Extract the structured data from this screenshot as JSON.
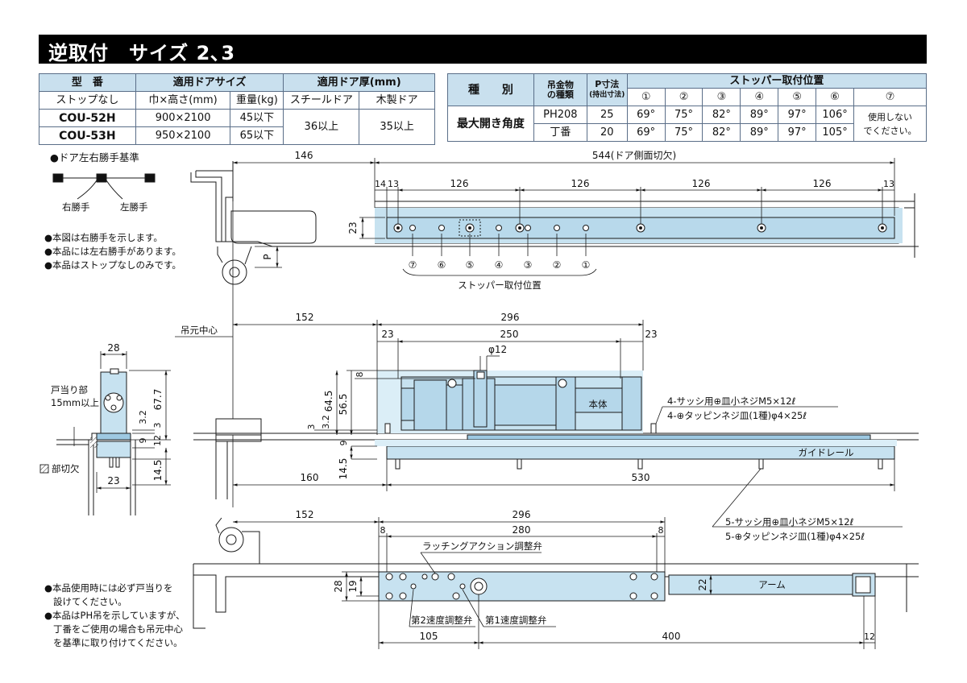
{
  "title": "逆取付　サイズ 2､3",
  "table1": {
    "h_model": "型　番",
    "h_door_size": "適用ドアサイズ",
    "h_door_thickness": "適用ドア厚(mm)",
    "sub_stop": "ストップなし",
    "sub_wh": "巾×高さ(mm)",
    "sub_weight": "重量(kg)",
    "sub_steel": "スチールドア",
    "sub_wood": "木製ドア",
    "rows": [
      {
        "model": "COU-52H",
        "size": "900×2100",
        "weight": "45以下"
      },
      {
        "model": "COU-53H",
        "size": "950×2100",
        "weight": "65以下"
      }
    ],
    "steel": "36以上",
    "wood": "35以上"
  },
  "table2": {
    "h_kind": "種　　別",
    "h_hinge1": "吊金物",
    "h_hinge2": "の種類",
    "h_p1": "P寸法",
    "h_p2": "(持出寸法)",
    "h_stopper": "ストッパー取付位置",
    "positions": [
      "①",
      "②",
      "③",
      "④",
      "⑤",
      "⑥",
      "⑦"
    ],
    "max_angle": "最大開き角度",
    "rows": [
      {
        "hinge": "PH208",
        "p": "25",
        "angles": [
          "69°",
          "75°",
          "82°",
          "89°",
          "97°",
          "106°"
        ]
      },
      {
        "hinge": "丁番",
        "p": "20",
        "angles": [
          "69°",
          "75°",
          "82°",
          "89°",
          "97°",
          "105°"
        ]
      }
    ],
    "pos7_1": "使用しない",
    "pos7_2": "でください。"
  },
  "notes": {
    "hand_title": "●ドア左右勝手基準",
    "right_hand": "右勝手",
    "left_hand": "左勝手",
    "n1": "●本図は右勝手を示します。",
    "n2": "●本品には左右勝手があります。",
    "n3": "●本品はストップなしのみです。",
    "b1": "●本品使用時には必ず戸当りを",
    "b1b": "設けてください。",
    "b2": "●本品はPH吊を示していますが、",
    "b2b": "丁番をご使用の場合も吊元中心",
    "b2c": "を基準に取り付けてください。"
  },
  "top_view": {
    "d146": "146",
    "d544": "544(ドア側面切欠)",
    "d14": "14",
    "d13a": "13",
    "d126": [
      "126",
      "126",
      "126",
      "126"
    ],
    "d13b": "13",
    "d23": "23",
    "p": "P",
    "stopper_nums": [
      "⑦",
      "⑥",
      "⑤",
      "④",
      "③",
      "②",
      "①"
    ],
    "stopper_label": "ストッパー取付位置"
  },
  "side_view": {
    "pivot_center": "吊元中心",
    "d152": "152",
    "d296": "296",
    "d23a": "23",
    "d250": "250",
    "d23b": "23",
    "phi12": "φ12",
    "d8": "8",
    "d64_5": "64.5",
    "d56_5": "56.5",
    "d3": "3",
    "d3_2": "3.2",
    "d9": "9",
    "d14_5": "14.5",
    "d160": "160",
    "d530": "530",
    "body": "本体",
    "guide_rail": "ガイドレール",
    "screw1": "4-サッシ用⊕皿小ネジM5×12ℓ",
    "screw2": "4-⊕タッピンネジ皿(1種)φ4×25ℓ",
    "screw3": "5-サッシ用⊕皿小ネジM5×12ℓ",
    "screw4": "5-⊕タッピンネジ皿(1種)φ4×25ℓ"
  },
  "section_view": {
    "d28": "28",
    "stop_part1": "戸当り部",
    "stop_part2": "15mm以上",
    "d3_2": "3.2",
    "d3": "3",
    "d67_7": "67.7",
    "d9": "9",
    "d12": "12",
    "d14_5": "14.5",
    "d23": "23",
    "cutout": "部切欠"
  },
  "bottom_view": {
    "d152": "152",
    "d296": "296",
    "d8a": "8",
    "d280": "280",
    "d8b": "8",
    "latch": "ラッチングアクション調整弁",
    "d28": "28",
    "d19": "19",
    "d22": "22",
    "arm": "アーム",
    "speed2": "第2速度調整弁",
    "speed1": "第1速度調整弁",
    "d105": "105",
    "d400": "400",
    "d12": "12"
  },
  "colors": {
    "part_fill": "#c7e2f0",
    "line": "#1a1a1a",
    "table_head": "#c9e0ee"
  }
}
